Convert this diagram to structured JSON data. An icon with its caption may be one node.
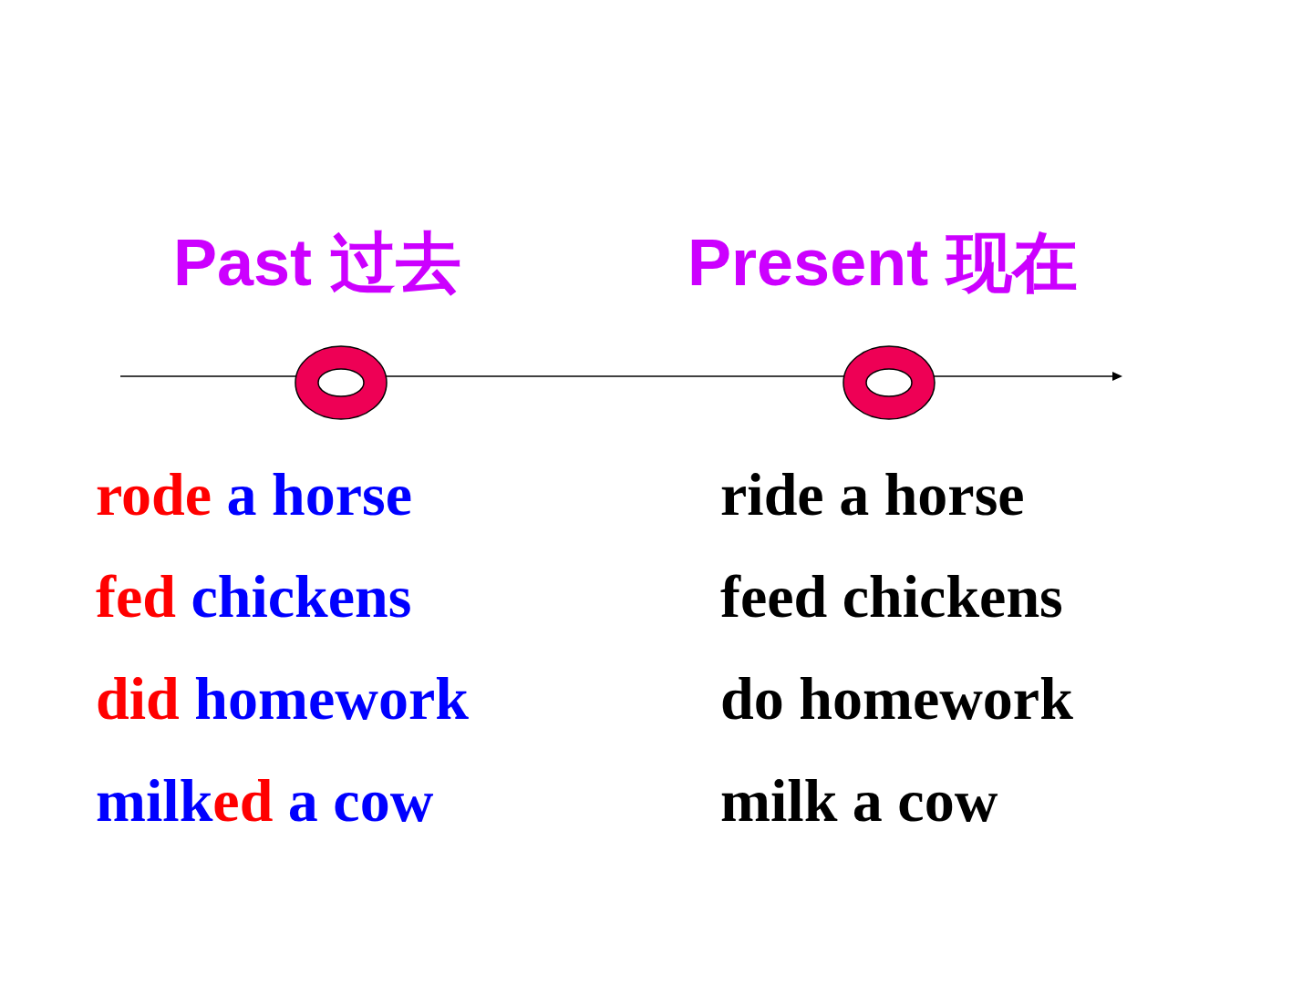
{
  "diagram": {
    "nodes": [
      {
        "text": [],
        "shape": "circle",
        "beside": [
          "Past 过去"
        ]
      },
      {
        "text": [],
        "shape": "circle",
        "beside": [
          "Present 现在"
        ]
      }
    ],
    "edges": [],
    "labels": [
      "rode a horse",
      "ride a horse",
      "fed chickens",
      "feed chickens",
      "did homework",
      "do homework",
      "milked a cow",
      "milk a cow"
    ]
  }
}
